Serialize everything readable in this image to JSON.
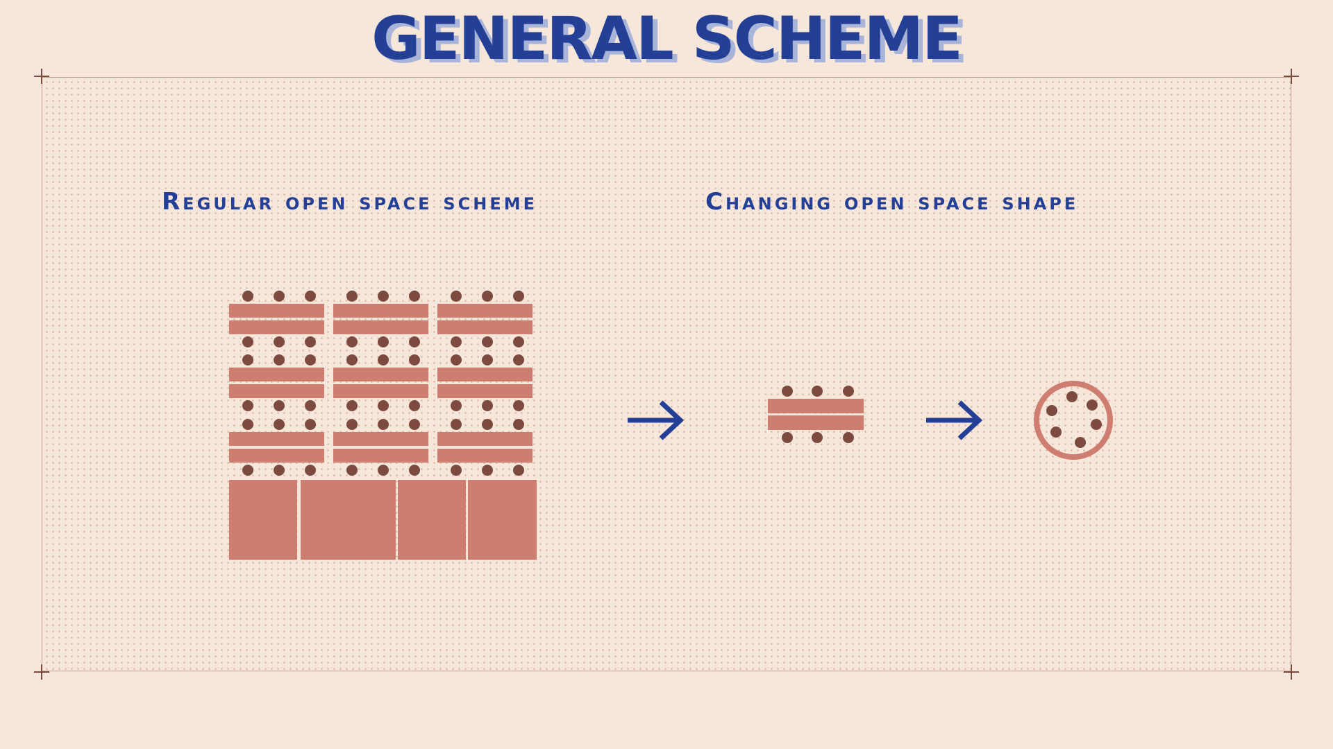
{
  "title": "GENERAL SCHEME",
  "headings": {
    "left": "Regular open space scheme",
    "right": "Changing open space shape"
  },
  "colors": {
    "background": "#f7e7da",
    "title_blue": "#243f96",
    "table_salmon": "#cd7e71",
    "seat_brown": "#7d4a40"
  },
  "icons": {
    "arrow_1": "arrow-right-icon",
    "arrow_2": "arrow-right-icon"
  }
}
